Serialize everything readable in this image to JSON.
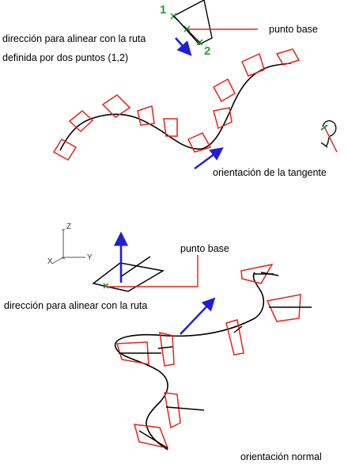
{
  "colors": {
    "red": "#e2231a",
    "blue": "#1f1fd6",
    "green": "#2aa02a",
    "black": "#000000"
  },
  "top": {
    "direction_label_line1": "dirección para alinear con la ruta",
    "direction_label_line2": "definida por dos puntos (1,2)",
    "point1": "1",
    "point2": "2",
    "base_point_label": "punto base",
    "tangent_label": "orientación de la tangente"
  },
  "bottom": {
    "axis_z": "Z",
    "axis_y": "Y",
    "axis_x": "X",
    "base_point_label": "punto base",
    "direction_label": "dirección para alinear con la ruta",
    "normal_label": "orientación normal"
  }
}
